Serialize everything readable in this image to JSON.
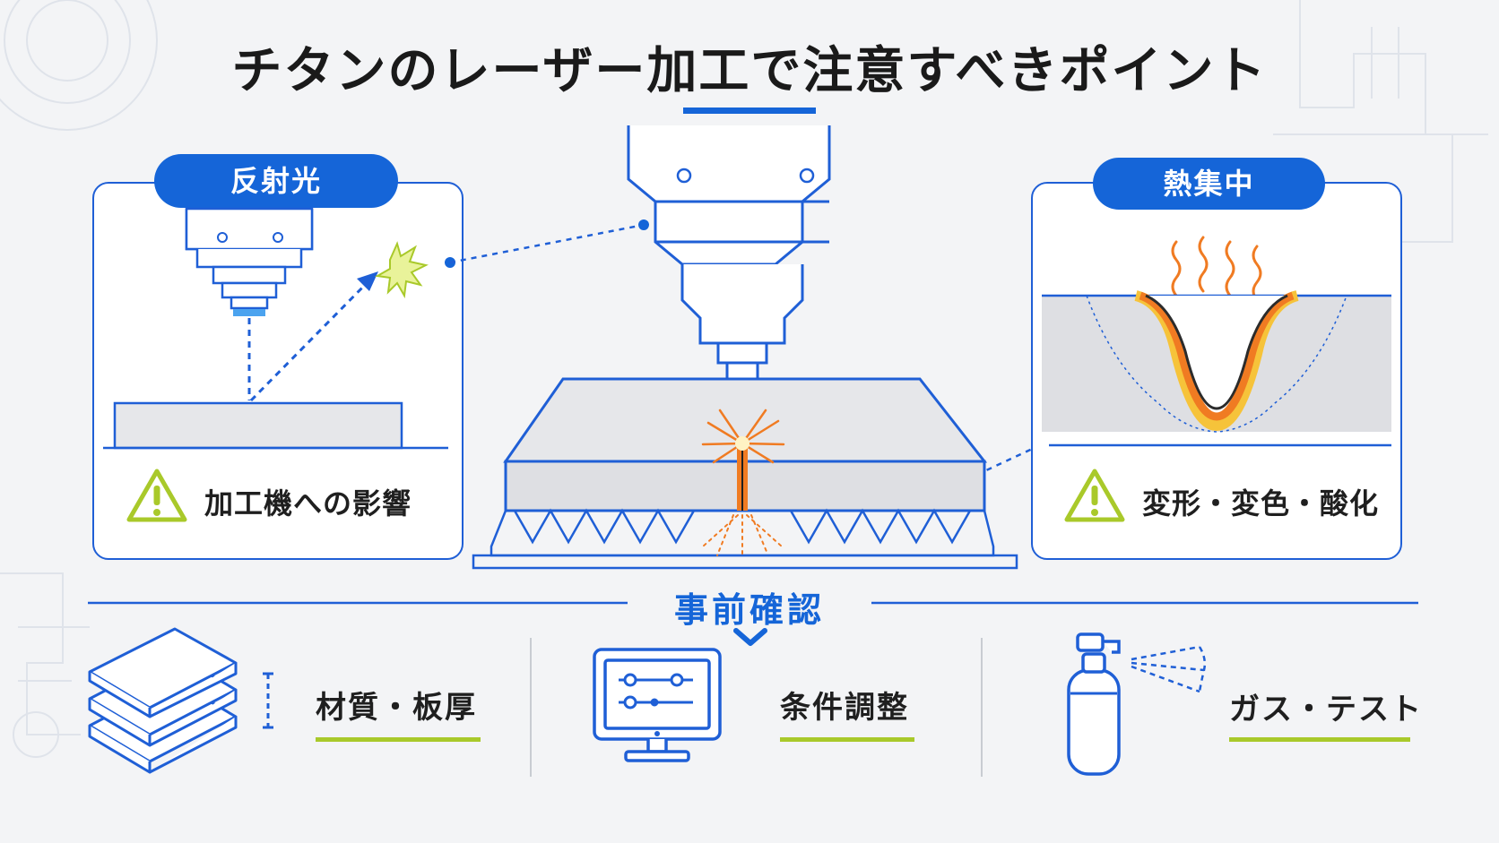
{
  "title": "チタンのレーザー加工で注意すべきポイント",
  "left_panel": {
    "badge": "反射光",
    "warning": "加工機への影響"
  },
  "right_panel": {
    "badge": "熱集中",
    "warning": "変形・変色・酸化"
  },
  "section": {
    "label": "事前確認"
  },
  "checks": [
    {
      "label": "材質・板厚"
    },
    {
      "label": "条件調整"
    },
    {
      "label": "ガス・テスト"
    }
  ],
  "colors": {
    "primary": "#1565d8",
    "line": "#1f5fd6",
    "accent_green": "#a9c92a",
    "warning_outline": "#a9c92a",
    "heat_orange": "#f07b22",
    "heat_yellow": "#f6c33a"
  }
}
